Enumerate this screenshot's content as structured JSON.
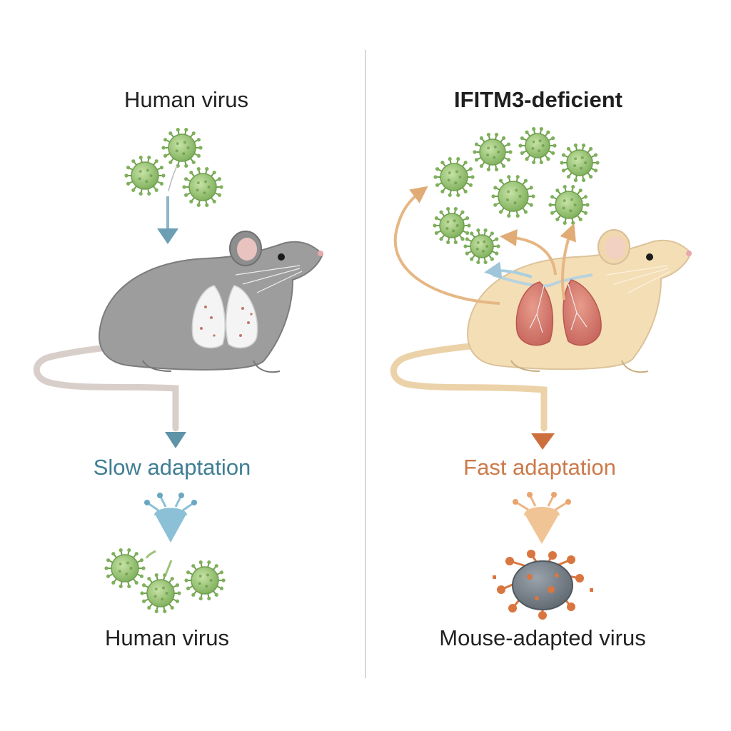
{
  "left_panel": {
    "title": "Human virus",
    "adaptation_label": "Slow adaptation",
    "output_label": "Human virus"
  },
  "right_panel": {
    "title": "IFITM3-deficient",
    "adaptation_label": "Fast adaptation",
    "output_label": "Mouse-adapted virus"
  },
  "colors": {
    "slow_accent": "#3f7e93",
    "fast_accent": "#cc7a4a",
    "virus_green": "#8fbf6e",
    "wildtype_mouse": "#9c9c9c",
    "deficient_mouse": "#f3ddb4",
    "lung_red": "#d27a6c"
  },
  "icons": {
    "left_input_viruses": 3,
    "right_released_viruses": 8,
    "left_output_viruses": 3,
    "right_output_viruses": 1
  }
}
